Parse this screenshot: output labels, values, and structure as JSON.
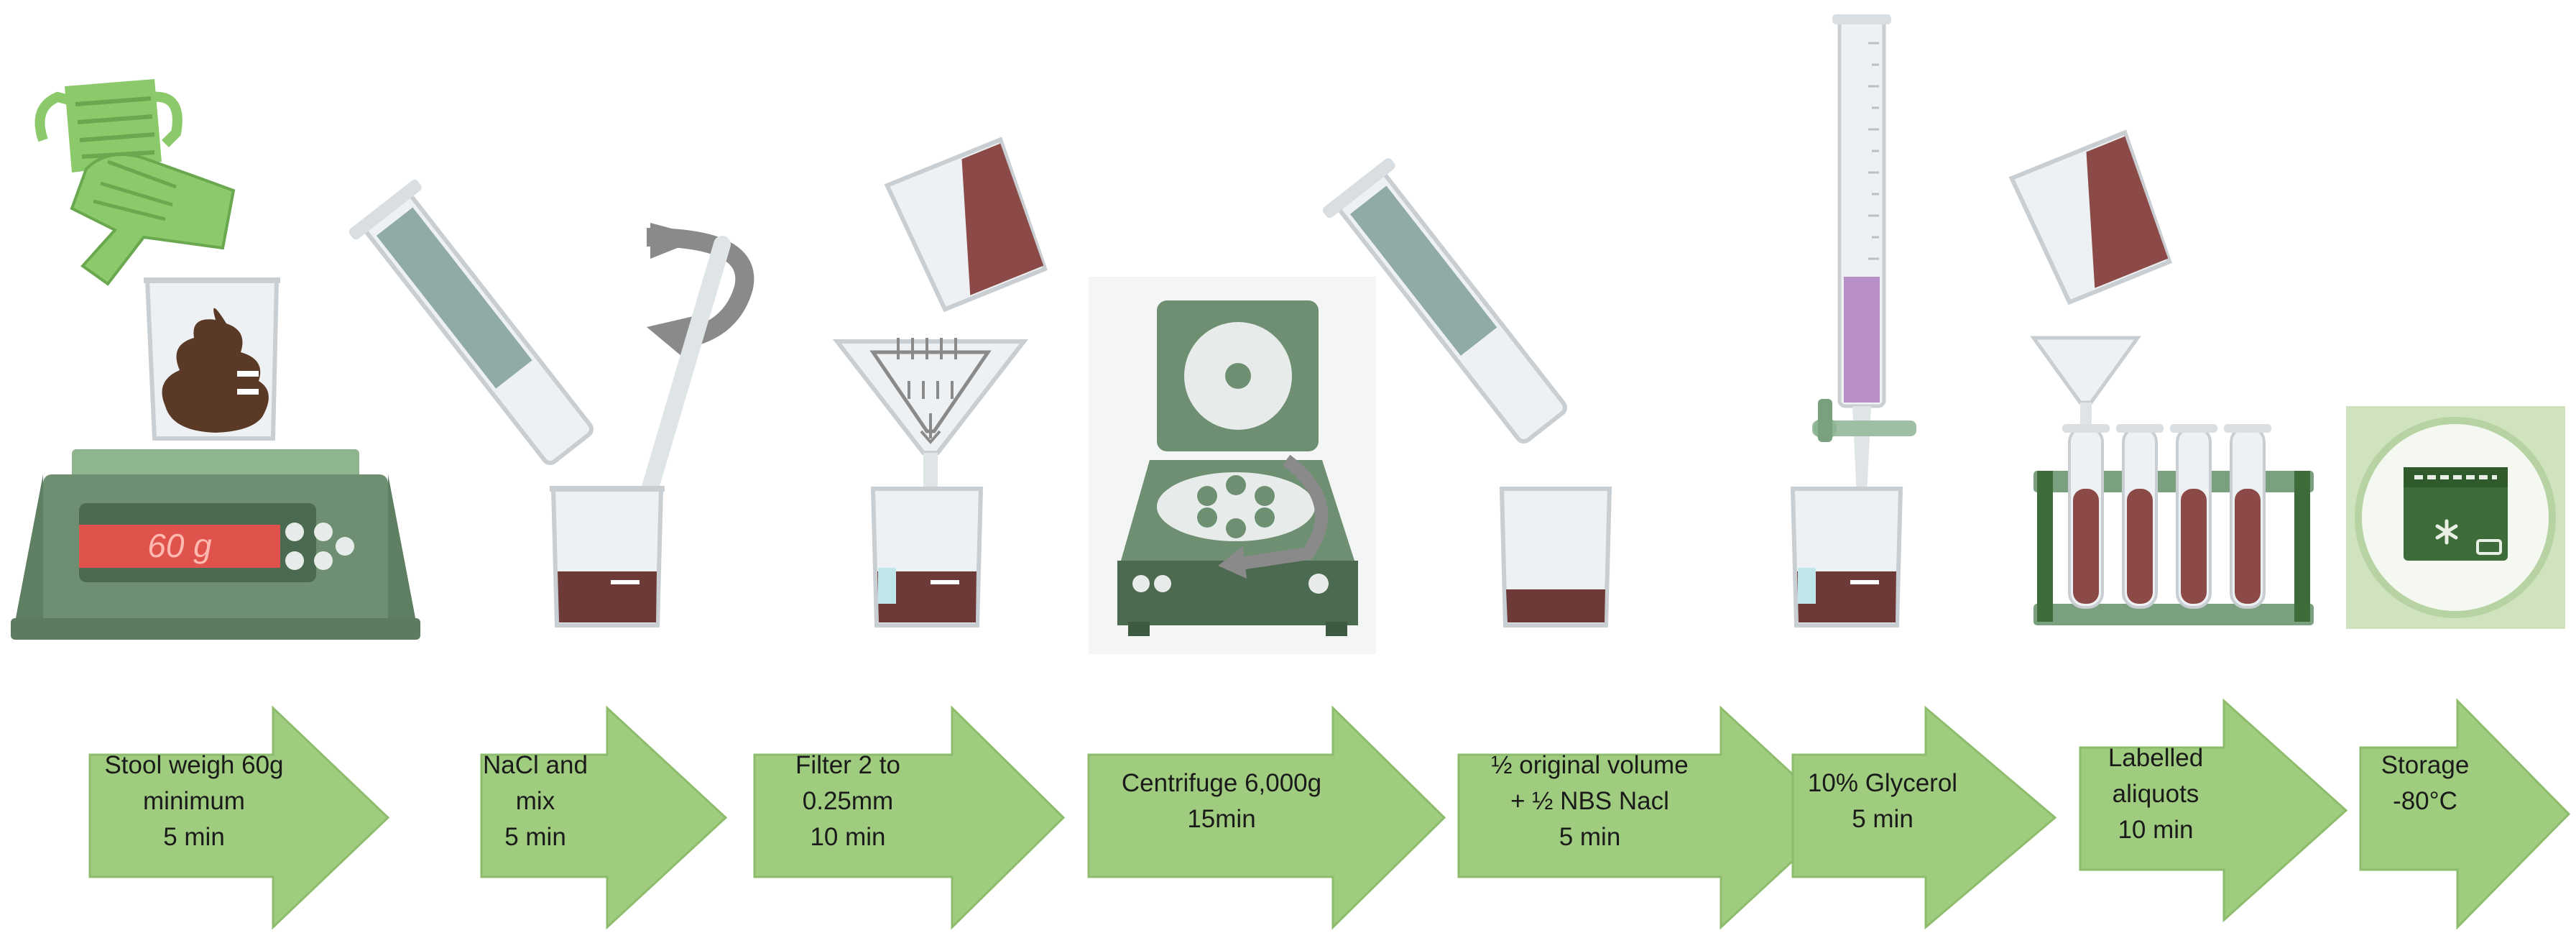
{
  "colors": {
    "arrow_fill": "#9fcc7f",
    "arrow_stroke": "#8dbd6c",
    "glass": "#e9ecee",
    "glass_edge": "#c8ced2",
    "liquid_brown": "#6e3a37",
    "liquid_purple": "#b98fc9",
    "green_device": "#6f8f72",
    "dark_green": "#3e6b3a",
    "light_green": "#8cc96b",
    "display_red": "#e0524c",
    "display_text": "#ffb9b0",
    "rotation_arrow": "#8a8a8a",
    "storage_bg": "#cfe3bf"
  },
  "scale": {
    "display": "60 g"
  },
  "icons": [
    "gloves-icon",
    "mask-icon",
    "scale-icon",
    "stool-beaker-icon",
    "cylinder-icon",
    "stir-rod-icon",
    "rotation-arrow-icon",
    "beaker-icon",
    "pour-beaker-icon",
    "funnel-sieve-icon",
    "centrifuge-icon",
    "burette-icon",
    "test-tube-rack-icon",
    "freezer-icon",
    "snowflake-icon"
  ],
  "steps": [
    {
      "lines": [
        "Stool weigh 60g",
        "minimum",
        "5 min"
      ]
    },
    {
      "lines": [
        "NaCl and",
        "mix",
        "5 min"
      ]
    },
    {
      "lines": [
        "Filter 2 to",
        "0.25mm",
        "10 min"
      ]
    },
    {
      "lines": [
        "Centrifuge 6,000g",
        "15min"
      ]
    },
    {
      "lines": [
        "½ original volume",
        "+ ½ NBS Nacl",
        "5 min"
      ]
    },
    {
      "lines": [
        "10% Glycerol",
        "5 min"
      ]
    },
    {
      "lines": [
        "Labelled",
        "aliquots",
        "10 min"
      ]
    },
    {
      "lines": [
        "Storage",
        "-80°C"
      ]
    }
  ]
}
